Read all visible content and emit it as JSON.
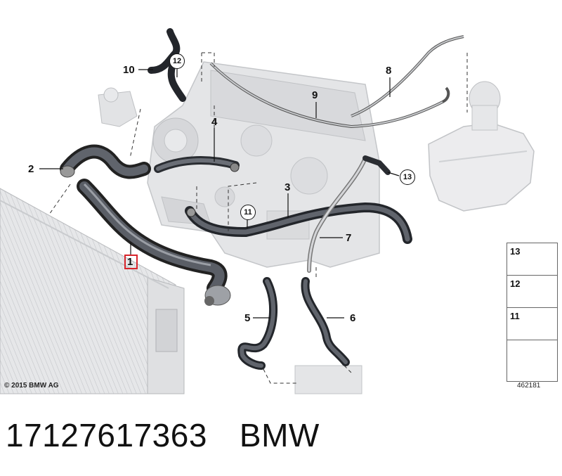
{
  "diagram": {
    "copyright": "© 2015 BMW AG",
    "reference_number": "462181",
    "part_number": "17127617363",
    "brand": "BMW",
    "callouts": [
      "1",
      "2",
      "3",
      "4",
      "5",
      "6",
      "7",
      "8",
      "9",
      "10"
    ],
    "circled_callouts": [
      "11",
      "12",
      "13"
    ],
    "legend": [
      "13",
      "12",
      "11"
    ],
    "highlighted_callout": "1"
  }
}
